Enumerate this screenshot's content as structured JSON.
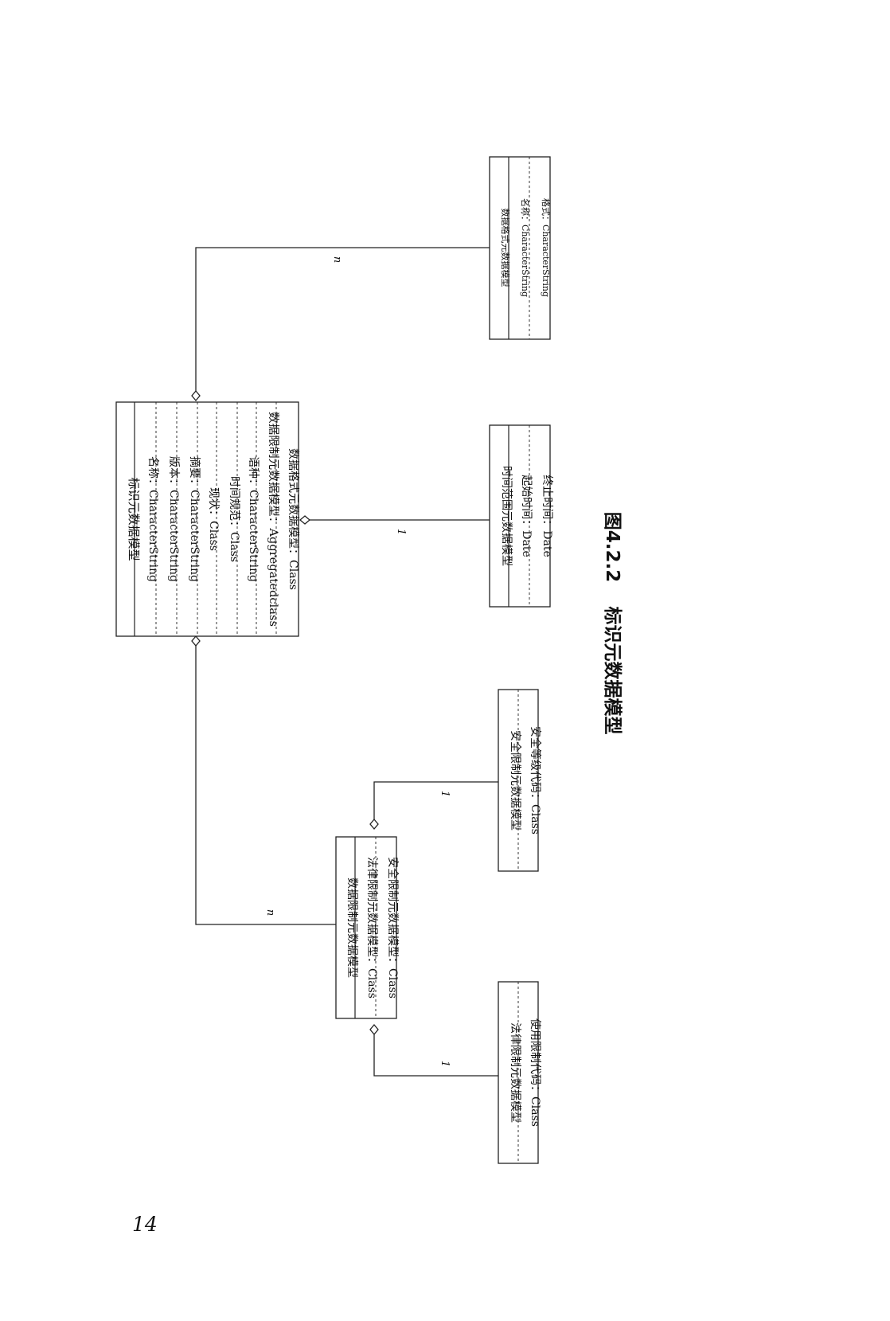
{
  "figure": {
    "caption_number": "图4.2.2",
    "caption_title": "标识元数据模型"
  },
  "page_number": "14",
  "classes": {
    "identification": {
      "name": "标识元数据模型",
      "attributes": [
        "名称：CharacterString",
        "版本：CharacterString",
        "摘要：CharacterString",
        "现状：Class",
        "时间规范：Class",
        "语种：CharacterString",
        "数据限制元数据模型：Aggregatedclass",
        "数据格式元数据模型：Class"
      ]
    },
    "format": {
      "name": "数据格式元数据模型",
      "attributes": [
        "名称：CharacterString",
        "格式：CharacterString"
      ]
    },
    "time_range": {
      "name": "时间范围元数据模型",
      "attributes": [
        "起始时间：Date",
        "终止时间：Date"
      ]
    },
    "constraint": {
      "name": "数据限制元数据模型",
      "attributes": [
        "法律限制元数据模型：Class",
        "安全限制元数据模型：Class"
      ]
    },
    "security": {
      "name": "安全限制元数据模型",
      "attributes": [
        "安全等级代码：Class"
      ]
    },
    "legal": {
      "name": "法律限制元数据模型",
      "attributes": [
        "使用限制代码：Class"
      ]
    }
  },
  "associations": [
    {
      "from": "标识元数据模型",
      "to": "数据格式元数据模型",
      "multiplicity": "n"
    },
    {
      "from": "标识元数据模型",
      "to": "时间范围元数据模型",
      "multiplicity": "1"
    },
    {
      "from": "标识元数据模型",
      "to": "数据限制元数据模型",
      "multiplicity": "n"
    },
    {
      "from": "数据限制元数据模型",
      "to": "安全限制元数据模型",
      "multiplicity": "1"
    },
    {
      "from": "数据限制元数据模型",
      "to": "法律限制元数据模型",
      "multiplicity": "1"
    }
  ]
}
